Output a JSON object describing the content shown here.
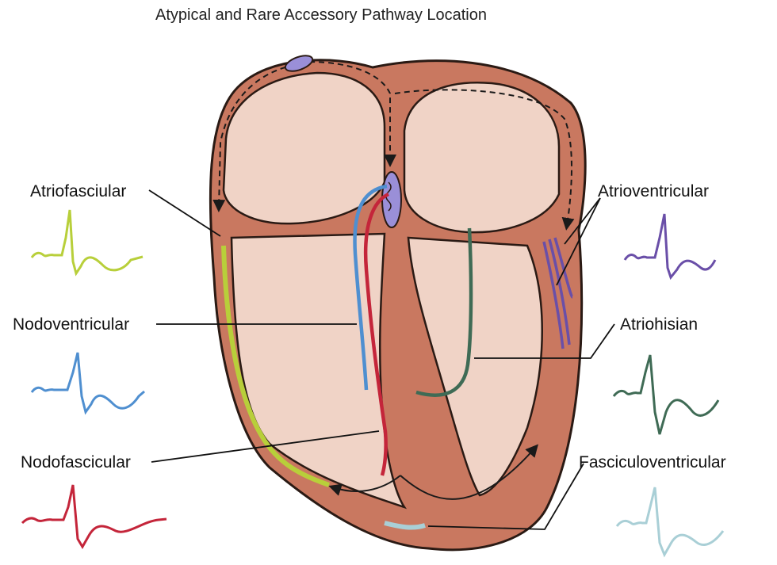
{
  "title": "Atypical and Rare Accessory Pathway Location",
  "labels": {
    "atriofascicular": "Atriofasciular",
    "nodoventricular": "Nodoventricular",
    "nodofascicular": "Nodofascicular",
    "atrioventricular": "Atrioventricular",
    "atriohisian": "Atriohisian",
    "fasciculoventricular": "Fasciculoventricular"
  },
  "colors": {
    "myocardium": "#c97860",
    "chamber": "#f0d3c6",
    "outline": "#2a1a14",
    "atriofascicular": "#b8cf3a",
    "nodoventricular": "#4f8fd0",
    "nodofascicular": "#c4253a",
    "atrioventricular": "#6a4fa8",
    "atriohisian": "#3f6b55",
    "fasciculoventricular": "#a9cfd6",
    "node": "#9a8fd8"
  }
}
